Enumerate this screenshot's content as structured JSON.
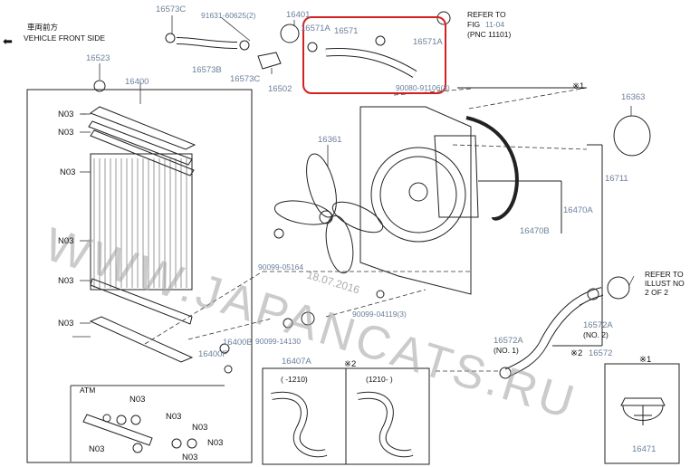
{
  "header": {
    "japanese": "車両前方",
    "front_side": "VEHICLE FRONT SIDE",
    "refer_top": [
      "REFER TO",
      "FIG",
      "11-04",
      "(PNC 11101)"
    ],
    "refer_right": [
      "REFER TO",
      "ILLUST NO",
      "2 OF 2"
    ]
  },
  "parts": {
    "p16573C_top": "16573C",
    "p91631": "91631-60625(2)",
    "p16401": "16401",
    "p16571A_l": "16571A",
    "p16571_mid": "16571",
    "p16571A_r": "16571A",
    "p16523": "16523",
    "p16573B": "16573B",
    "p16573C_b": "16573C",
    "p16502": "16502",
    "p16400": "16400",
    "p90080": "90080-91106(3)",
    "p16361": "16361",
    "p16363": "16363",
    "p16711": "16711",
    "p16470A": "16470A",
    "p16470B": "16470B",
    "p90099_05164": "90099-05164",
    "p90099_04119": "90099-04119(3)",
    "p90099_14130": "90099-14130",
    "p16407A": "16407A",
    "p16400B": "16400B",
    "p16400F": "16400F",
    "p16572A_1": "16572A",
    "p16572A_1n": "(NO. 1)",
    "p16572A_2": "16572A",
    "p16572A_2n": "(NO. 2)",
    "p16572": "16572",
    "p16471": "16471"
  },
  "n03": "N03",
  "atm": "ATM",
  "marks": {
    "mark1": "※1",
    "mark2": "※2"
  },
  "variants": {
    "left": "(      -1210)",
    "right": "(1210-      )"
  },
  "watermark": "WWW.JAPANCATS.RU",
  "date_stamp": "18.07.2016"
}
